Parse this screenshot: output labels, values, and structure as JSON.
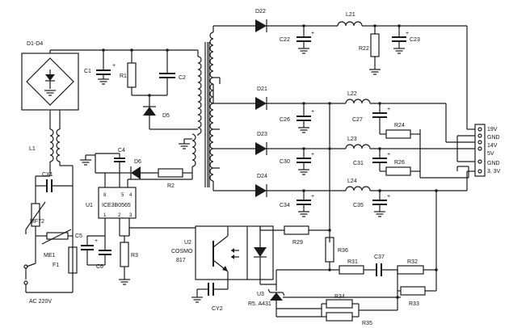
{
  "components": {
    "bridge": "D1-D4",
    "c1": "C1",
    "r1": "R1",
    "c2": "C2",
    "d5": "D5",
    "l1": "L1",
    "cx1": "CX1",
    "mf72": "MF72",
    "me1": "ME1",
    "f1": "F1",
    "ac_input": "AC 220V",
    "c4": "C4",
    "d6": "D6",
    "r2": "R2",
    "u1_ref": "U1",
    "u1_part": "ICE3B0565",
    "c5": "C5",
    "c6": "C6",
    "r3": "R3",
    "u2_ref": "U2",
    "u2_part_line1": "COSMO",
    "u2_part_line2": "817",
    "cy2": "CY2",
    "r29": "R29",
    "r36": "R36",
    "r31": "R31",
    "c37": "C37",
    "r32": "R32",
    "r33": "R33",
    "r34": "R34",
    "r35": "R35",
    "u3_ref": "U3",
    "u3_part": "R5. A431",
    "d22": "D22",
    "c22": "C22",
    "l21": "L21",
    "r22": "R22",
    "c23": "C23",
    "d21": "D21",
    "c26": "C26",
    "l22": "L22",
    "c27": "C27",
    "r24": "R24",
    "d23": "D23",
    "c30": "C30",
    "l23": "L23",
    "c31": "C31",
    "r26": "R26",
    "d24": "D24",
    "c34": "C34",
    "l24": "L24",
    "c35": "C35"
  },
  "u1_pins": [
    "8",
    "5",
    "4",
    "1",
    "2",
    "3"
  ],
  "output_labels": [
    "19V",
    "GND",
    "14V",
    "5V",
    "GND",
    "3. 3V"
  ]
}
